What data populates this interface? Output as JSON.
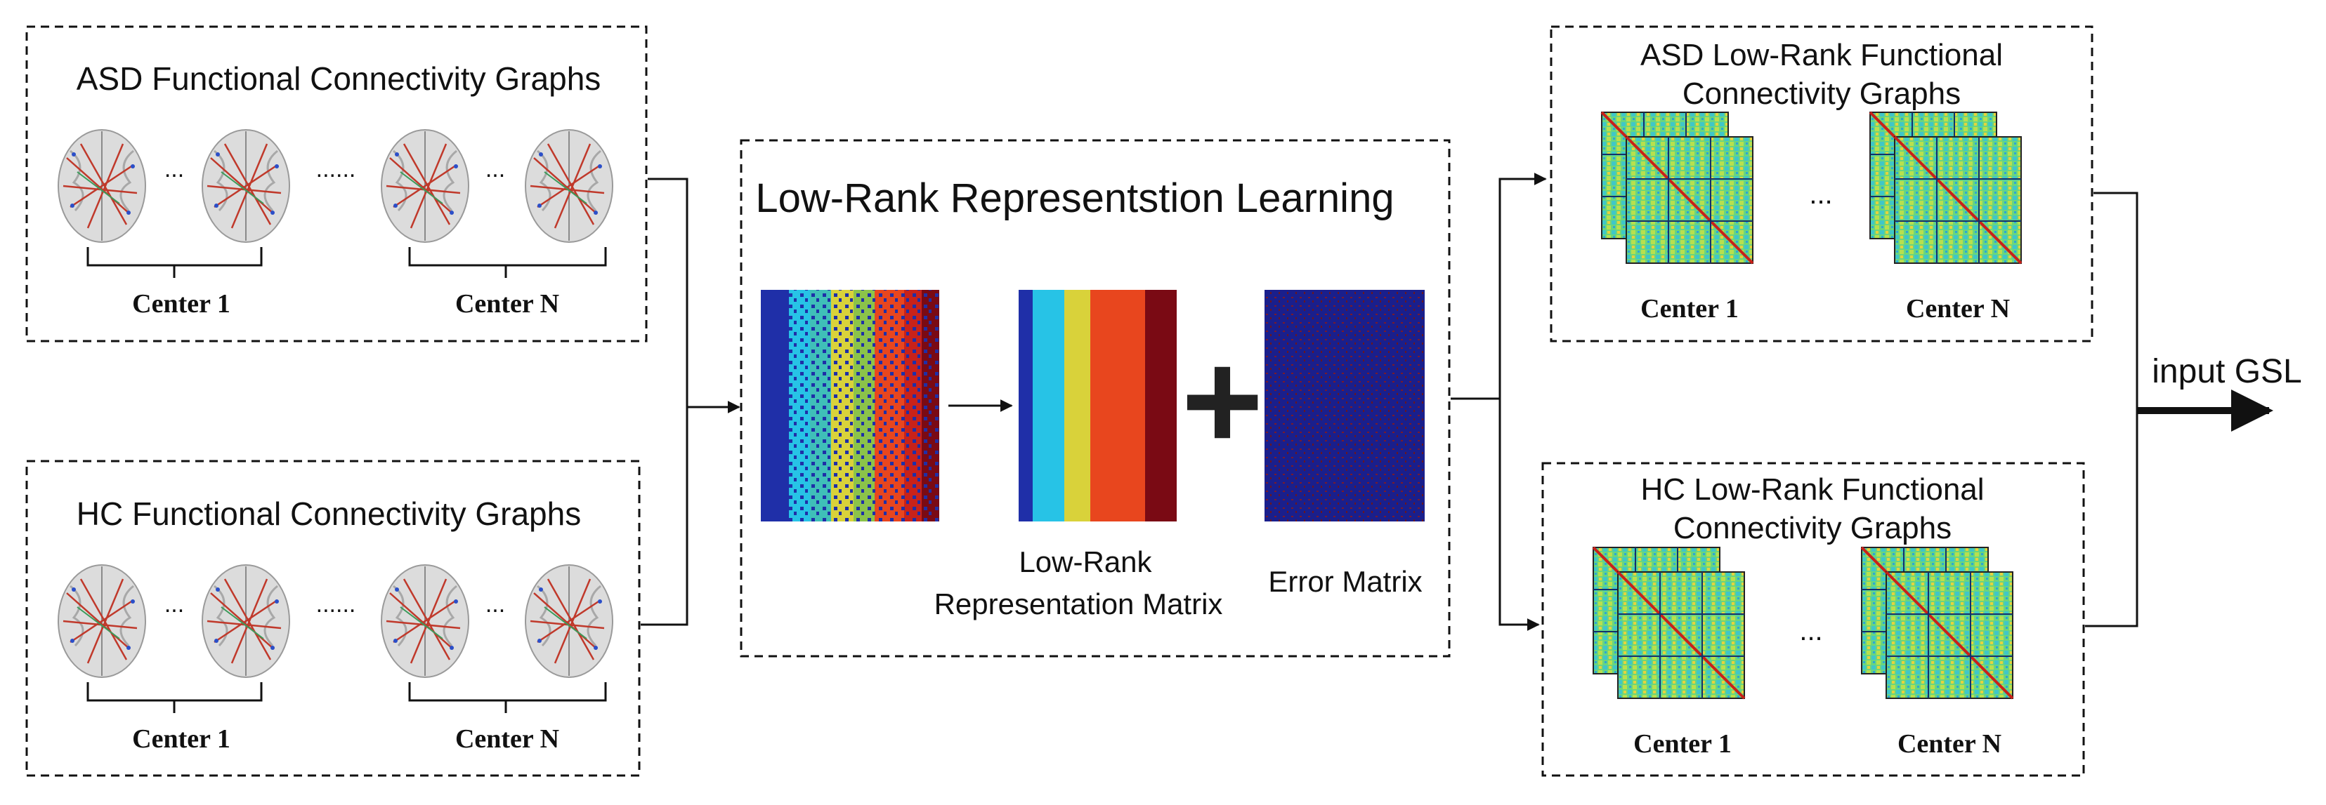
{
  "left_panels": {
    "asd": {
      "title": "ASD Functional Connectivity Graphs",
      "ellipsis_small": "...",
      "ellipsis_large": "......",
      "center_first": "Center 1",
      "center_last": "Center N"
    },
    "hc": {
      "title": "HC Functional Connectivity Graphs",
      "ellipsis_small": "...",
      "ellipsis_large": "......",
      "center_first": "Center 1",
      "center_last": "Center N"
    }
  },
  "middle_panel": {
    "title": "Low-Rank Representstion Learning",
    "low_rank_label_line1": "Low-Rank",
    "low_rank_label_line2": "Representation Matrix",
    "error_label": "Error Matrix",
    "plus_symbol": "+"
  },
  "right_panels": {
    "asd": {
      "title_line1": "ASD Low-Rank Functional",
      "title_line2": "Connectivity Graphs",
      "ellipsis": "...",
      "center_first": "Center 1",
      "center_last": "Center N"
    },
    "hc": {
      "title_line1": "HC Low-Rank Functional",
      "title_line2": "Connectivity Graphs",
      "ellipsis": "...",
      "center_first": "Center 1",
      "center_last": "Center N"
    }
  },
  "output_label": "input GSL",
  "colors": {
    "line": "#111111",
    "edge_red": "#c0392b",
    "brain": "#cfcfcf",
    "jet_blue": "#1f2fa8",
    "jet_cyan": "#27c3e6",
    "jet_yellow": "#d9d23a",
    "jet_orange": "#e8461e",
    "jet_darkred": "#7a0a14",
    "heat_green": "#5fd37a"
  }
}
